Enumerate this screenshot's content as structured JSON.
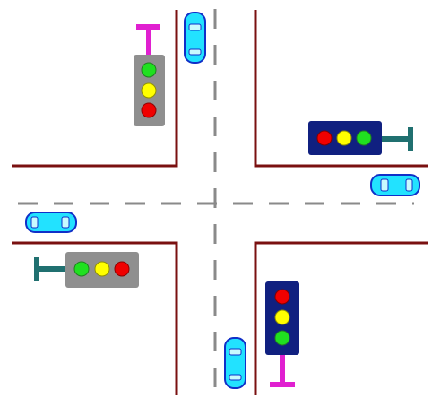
{
  "colors": {
    "background": "#ffffff",
    "curb": "#7a1010",
    "lane_dash": "#8a8a8a",
    "car_fill": "#22e2ff",
    "car_outline": "#1030c8",
    "signal_gray": "#909090",
    "signal_navy": "#102080",
    "pole_magenta": "#e020d0",
    "pole_teal": "#207070",
    "lamp_red": "#f00000",
    "lamp_yellow": "#ffff00",
    "lamp_green": "#20e020"
  },
  "cars": [
    {
      "id": "northbound-top-car",
      "orientation": "vertical"
    },
    {
      "id": "westbound-right-car",
      "orientation": "horizontal"
    },
    {
      "id": "eastbound-left-car",
      "orientation": "horizontal"
    },
    {
      "id": "northbound-bottom-car",
      "orientation": "vertical"
    }
  ],
  "traffic_lights": [
    {
      "id": "top-left-signal",
      "housing": "gray",
      "pole": "magenta",
      "orientation": "vertical",
      "lamps": [
        "green",
        "yellow",
        "red"
      ]
    },
    {
      "id": "top-right-signal",
      "housing": "navy",
      "pole": "teal",
      "orientation": "horizontal",
      "lamps": [
        "red",
        "yellow",
        "green"
      ]
    },
    {
      "id": "bottom-left-signal",
      "housing": "gray",
      "pole": "teal",
      "orientation": "horizontal",
      "lamps": [
        "green",
        "yellow",
        "red"
      ]
    },
    {
      "id": "bottom-right-signal",
      "housing": "navy",
      "pole": "magenta",
      "orientation": "vertical",
      "lamps": [
        "red",
        "yellow",
        "green"
      ]
    }
  ]
}
